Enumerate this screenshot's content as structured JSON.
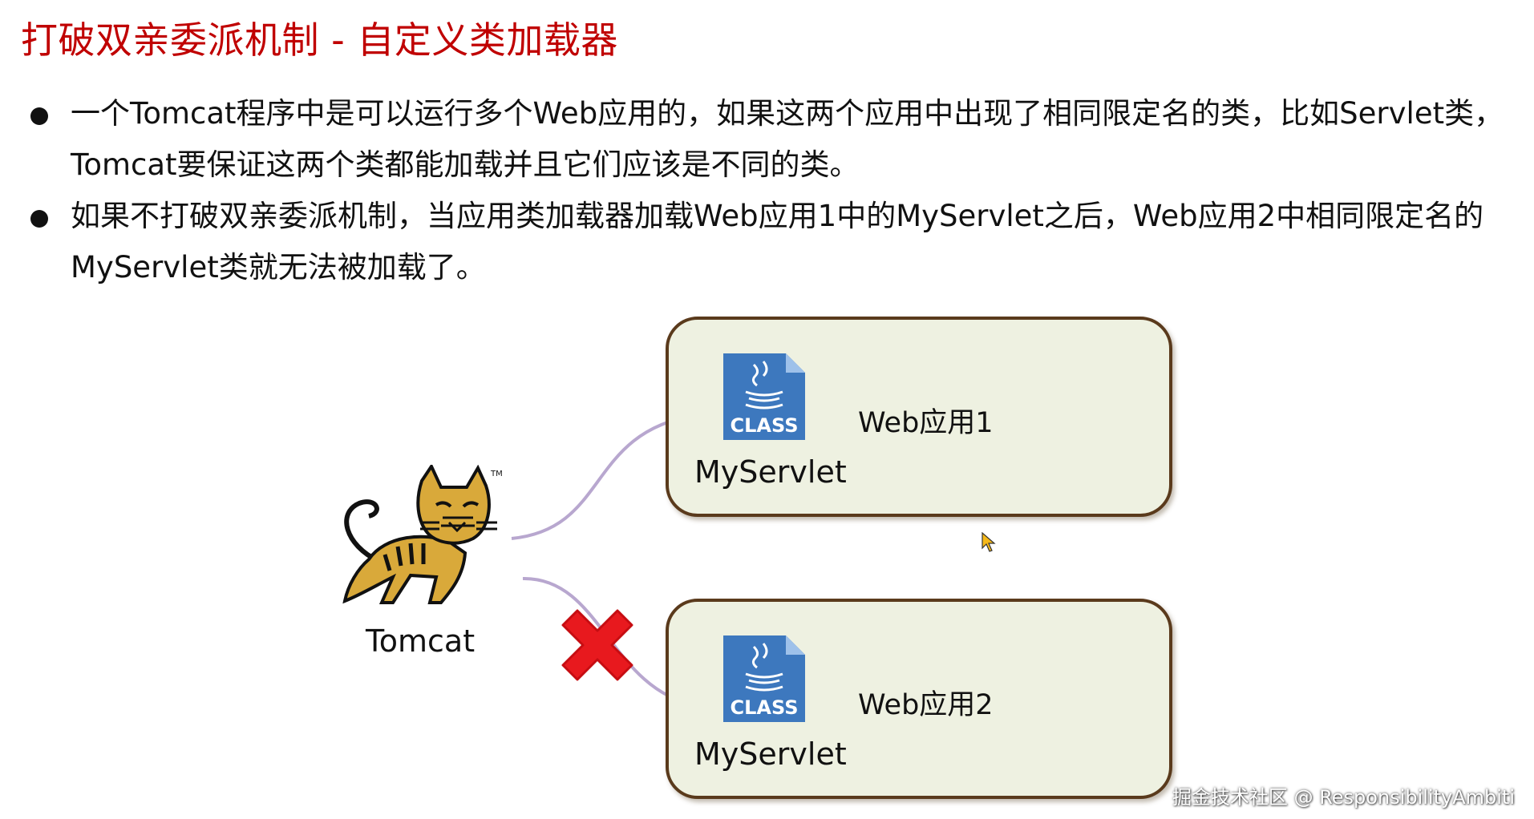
{
  "slide": {
    "title": "打破双亲委派机制 - 自定义类加载器"
  },
  "bullets": [
    {
      "line1": "一个Tomcat程序中是可以运行多个Web应用的，如果这两个应用中出现了相同限定名的类，比如Servlet类，",
      "line2": "Tomcat要保证这两个类都能加载并且它们应该是不同的类。"
    },
    {
      "line1": "如果不打破双亲委派机制，当应用类加载器加载Web应用1中的MyServlet之后，Web应用2中相同限定名的",
      "line2": "MyServlet类就无法被加载了。"
    }
  ],
  "diagram": {
    "tomcat_label": "Tomcat",
    "apps": [
      {
        "label": "Web应用1",
        "class_name": "MyServlet",
        "icon_text": "CLASS"
      },
      {
        "label": "Web应用2",
        "class_name": "MyServlet",
        "icon_text": "CLASS"
      }
    ],
    "tomcat_trademark": "TM",
    "colors": {
      "title": "#c00000",
      "box_fill": "#eef1e1",
      "box_border": "#5a3a1c",
      "connector": "#b8a7cf",
      "cross": "#e8191e",
      "class_icon": "#3d78be"
    }
  },
  "watermark": "掘金技术社区 @ ResponsibilityAmbiti"
}
